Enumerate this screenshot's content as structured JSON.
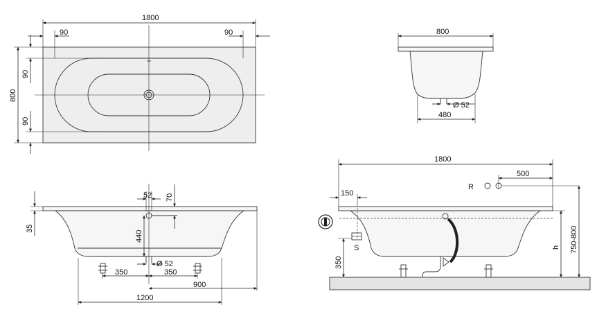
{
  "top_view": {
    "overall_length": "1800",
    "left_edge": "90",
    "right_edge": "90",
    "overall_width": "800",
    "top_edge": "90",
    "bottom_edge": "90"
  },
  "end_view": {
    "rim_width": "800",
    "drain_diameter": "Ø 52",
    "base_width": "480"
  },
  "front_view": {
    "overflow_dia": "52",
    "overflow_offset": "70",
    "rim_thickness": "35",
    "overflow_height": "440",
    "drain_dia": "Ø 52",
    "left_foot": "350",
    "right_foot": "350",
    "half_length": "900",
    "inner_length": "1200"
  },
  "install_view": {
    "overall_length": "1800",
    "valve_span": "500",
    "valve_label": "R",
    "offset": "150",
    "siphon_label": "S",
    "siphon_height": "350",
    "inner_height": "h",
    "total_height": "750-800"
  }
}
